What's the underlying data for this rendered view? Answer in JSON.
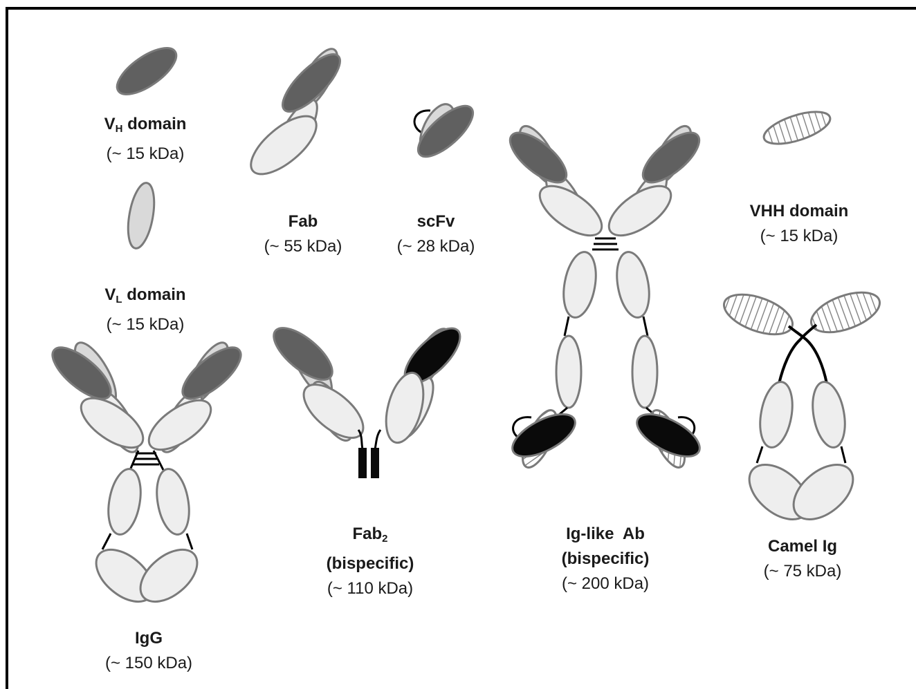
{
  "colors": {
    "vh": "#606060",
    "vl": "#d9d9d9",
    "constant": "#eeeeee",
    "outline": "#7a7a7a",
    "black": "#0a0a0a",
    "linker": "#000000"
  },
  "labels": {
    "vh": {
      "name": "V",
      "sub": "H",
      "suffix": " domain",
      "mass": "(~ 15 kDa)"
    },
    "vl": {
      "name": "V",
      "sub": "L",
      "suffix": " domain",
      "mass": "(~ 15 kDa)"
    },
    "fab": {
      "name": "Fab",
      "mass": "(~ 55 kDa)"
    },
    "scfv": {
      "name": "scFv",
      "mass": "(~ 28 kDa)"
    },
    "vhh": {
      "name": "VHH domain",
      "mass": "(~ 15 kDa)"
    },
    "igg": {
      "name": "IgG",
      "mass": "(~ 150 kDa)"
    },
    "fab2": {
      "name": "Fab",
      "sub": "2",
      "line2": "(bispecific)",
      "mass": "(~ 110 kDa)"
    },
    "iglike": {
      "name": "Ig-like  Ab",
      "line2": "(bispecific)",
      "mass": "(~ 200 kDa)"
    },
    "camel": {
      "name": "Camel Ig",
      "mass": "(~ 75 kDa)"
    }
  }
}
